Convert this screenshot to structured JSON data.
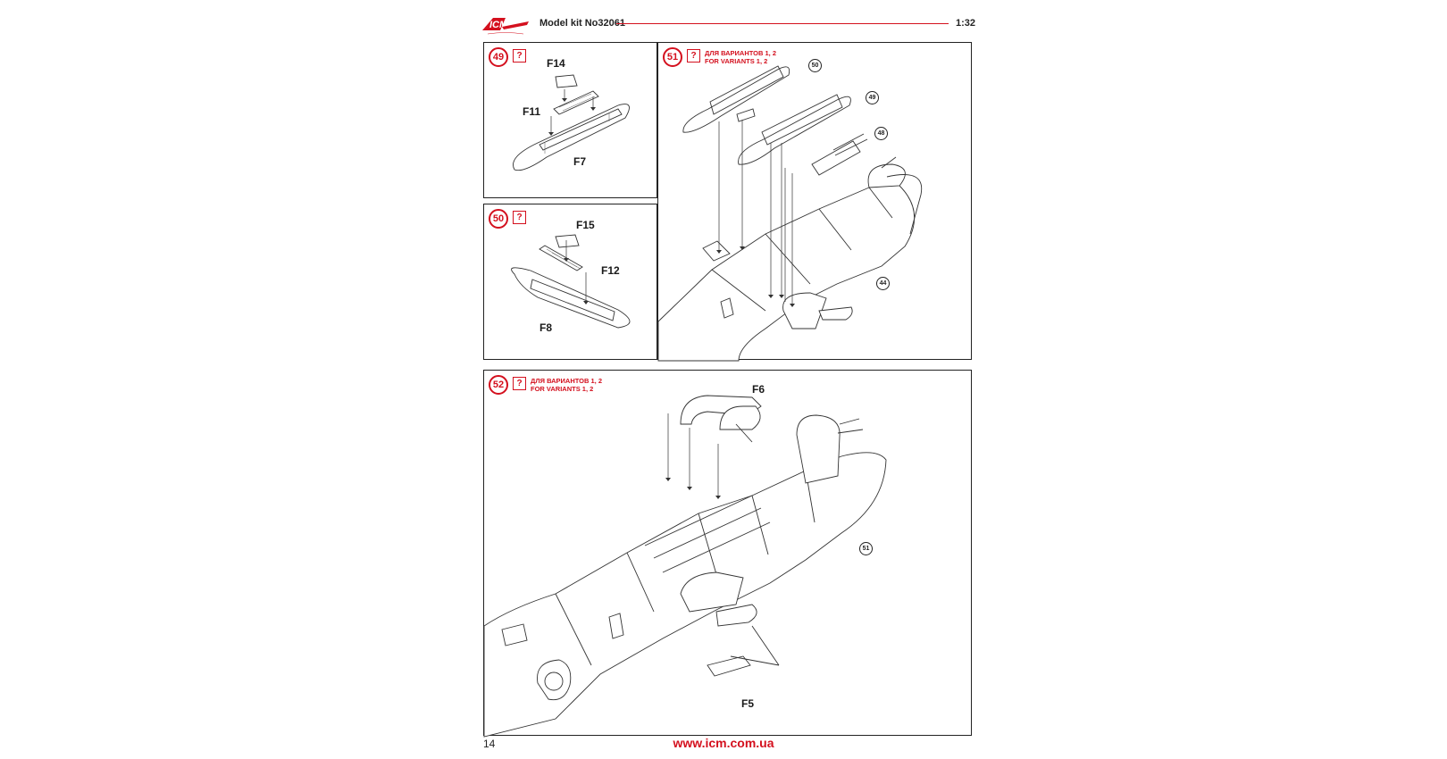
{
  "header": {
    "logo_text": "ICM",
    "title": "Model kit No32061",
    "scale": "1:32"
  },
  "steps": [
    {
      "number": "49",
      "q": "?",
      "parts": [
        "F14",
        "F11",
        "F7"
      ]
    },
    {
      "number": "50",
      "q": "?",
      "parts": [
        "F15",
        "F12",
        "F8"
      ]
    },
    {
      "number": "51",
      "q": "?",
      "variant_ru": "ДЛЯ ВАРИАНТОВ 1, 2",
      "variant_en": "FOR VARIANTS 1, 2",
      "refs": [
        "50",
        "49",
        "48",
        "44"
      ]
    },
    {
      "number": "52",
      "q": "?",
      "variant_ru": "ДЛЯ ВАРИАНТОВ 1, 2",
      "variant_en": "FOR VARIANTS 1, 2",
      "parts": [
        "F6",
        "F5"
      ],
      "refs": [
        "51"
      ]
    }
  ],
  "footer": {
    "page_number": "14",
    "website": "www.icm.com.ua"
  },
  "colors": {
    "accent": "#d4101e",
    "line": "#333333"
  }
}
